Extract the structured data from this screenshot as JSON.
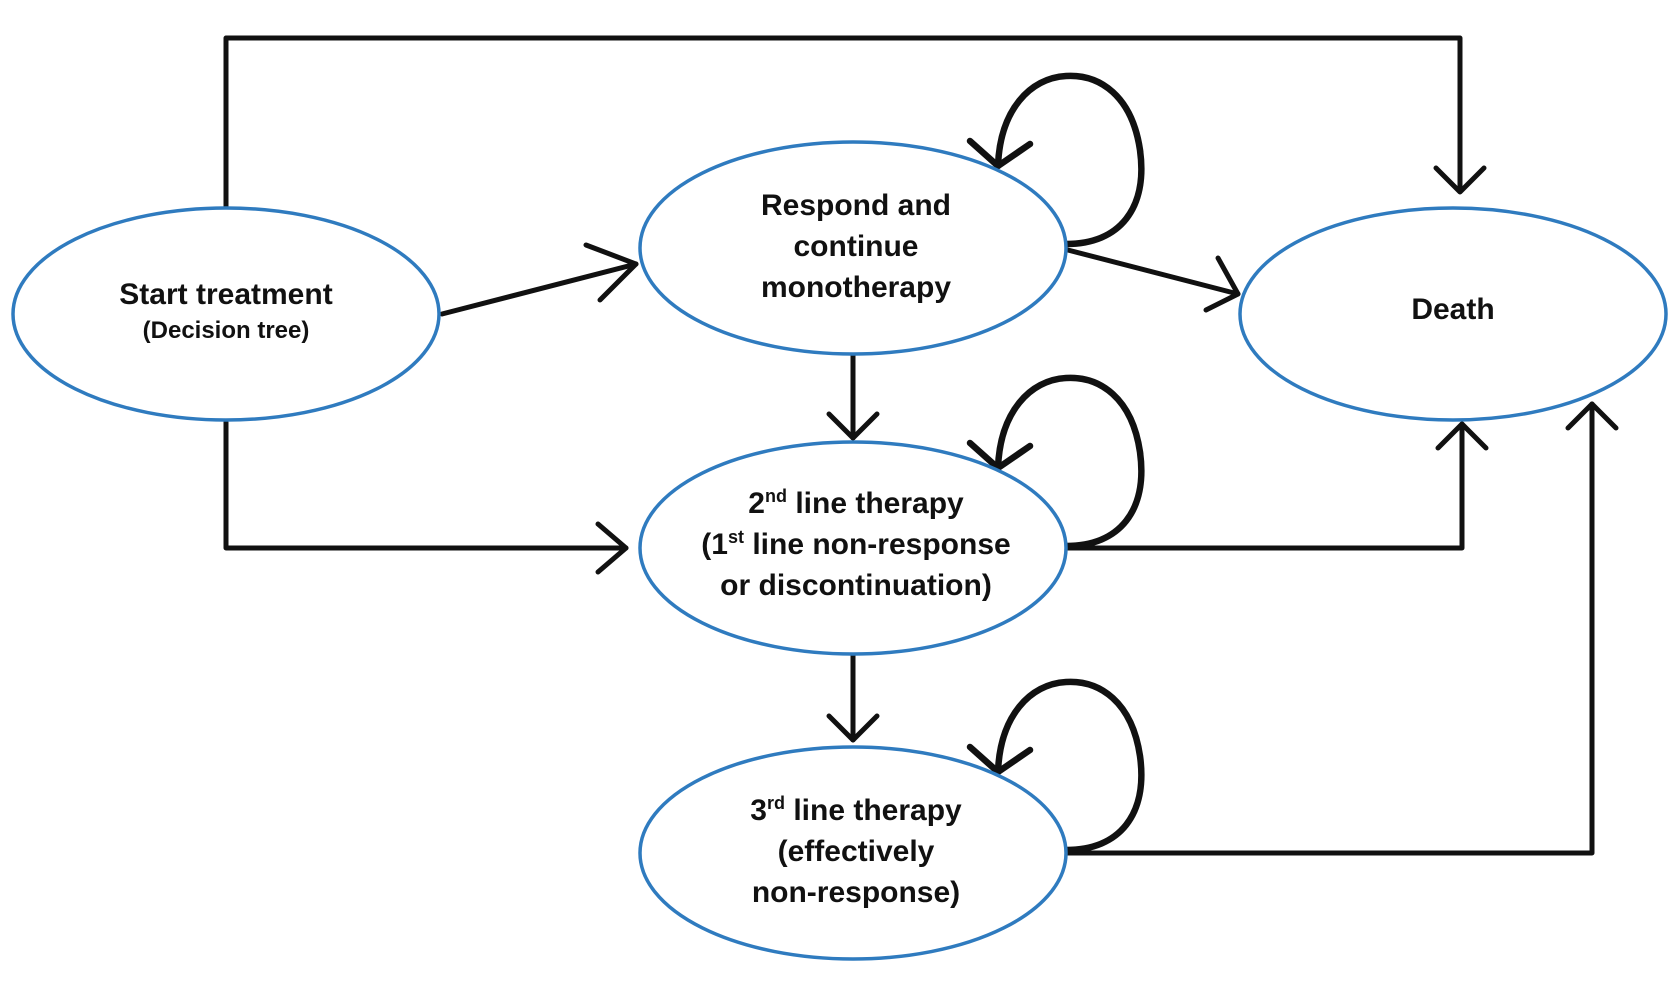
{
  "colors": {
    "node_border": "#2f7bbf",
    "line": "#111111",
    "text": "#111111",
    "background": "#ffffff"
  },
  "nodes": {
    "start": {
      "title": "Start treatment",
      "subtitle": "(Decision tree)"
    },
    "respond": {
      "line1": "Respond and",
      "line2": "continue",
      "line3": "monotherapy"
    },
    "death": {
      "label": "Death"
    },
    "second": {
      "l1_prefix": "2",
      "l1_sup": "nd",
      "l1_rest": " line therapy",
      "l2_prefix": "(1",
      "l2_sup": "st",
      "l2_rest": " line non-response",
      "l3": "or discontinuation)"
    },
    "third": {
      "l1_prefix": "3",
      "l1_sup": "rd",
      "l1_rest": " line therapy",
      "l2": "(effectively",
      "l3": "non-response)"
    }
  },
  "transitions": [
    {
      "from": "Start treatment",
      "to": "Respond and continue monotherapy"
    },
    {
      "from": "Start treatment",
      "to": "2nd line therapy"
    },
    {
      "from": "Start treatment",
      "to": "Death"
    },
    {
      "from": "Respond and continue monotherapy",
      "to": "Respond and continue monotherapy"
    },
    {
      "from": "Respond and continue monotherapy",
      "to": "Death"
    },
    {
      "from": "Respond and continue monotherapy",
      "to": "2nd line therapy"
    },
    {
      "from": "2nd line therapy",
      "to": "2nd line therapy"
    },
    {
      "from": "2nd line therapy",
      "to": "Death"
    },
    {
      "from": "2nd line therapy",
      "to": "3rd line therapy"
    },
    {
      "from": "3rd line therapy",
      "to": "3rd line therapy"
    },
    {
      "from": "3rd line therapy",
      "to": "Death"
    }
  ]
}
